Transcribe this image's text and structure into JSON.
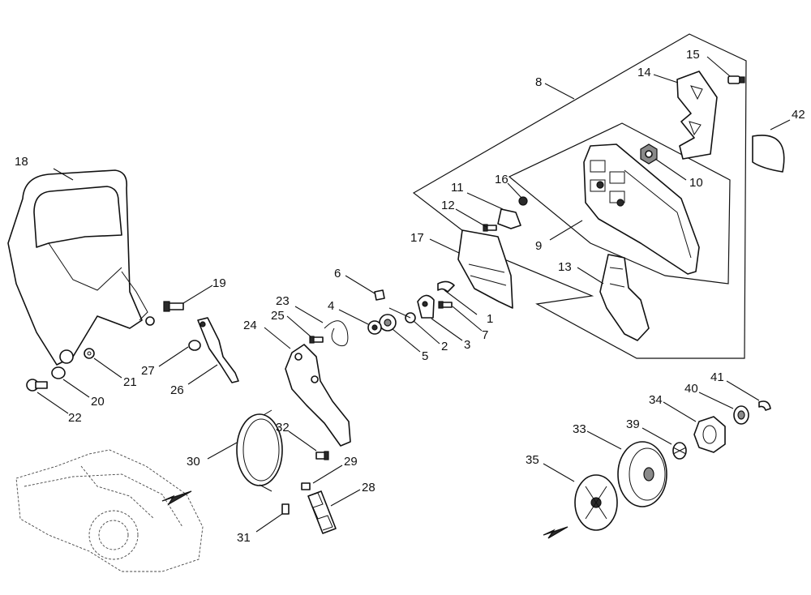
{
  "callouts": [
    "1",
    "2",
    "3",
    "4",
    "5",
    "6",
    "7",
    "8",
    "9",
    "10",
    "11",
    "12",
    "13",
    "14",
    "15",
    "16",
    "17",
    "18",
    "19",
    "20",
    "21",
    "22",
    "23",
    "24",
    "25",
    "26",
    "27",
    "28",
    "29",
    "30",
    "31",
    "32",
    "33",
    "34",
    "35",
    "39",
    "40",
    "41",
    "42"
  ],
  "colors": {
    "ink": "#111111",
    "background": "#ffffff",
    "shade": "#8a8a8a"
  }
}
